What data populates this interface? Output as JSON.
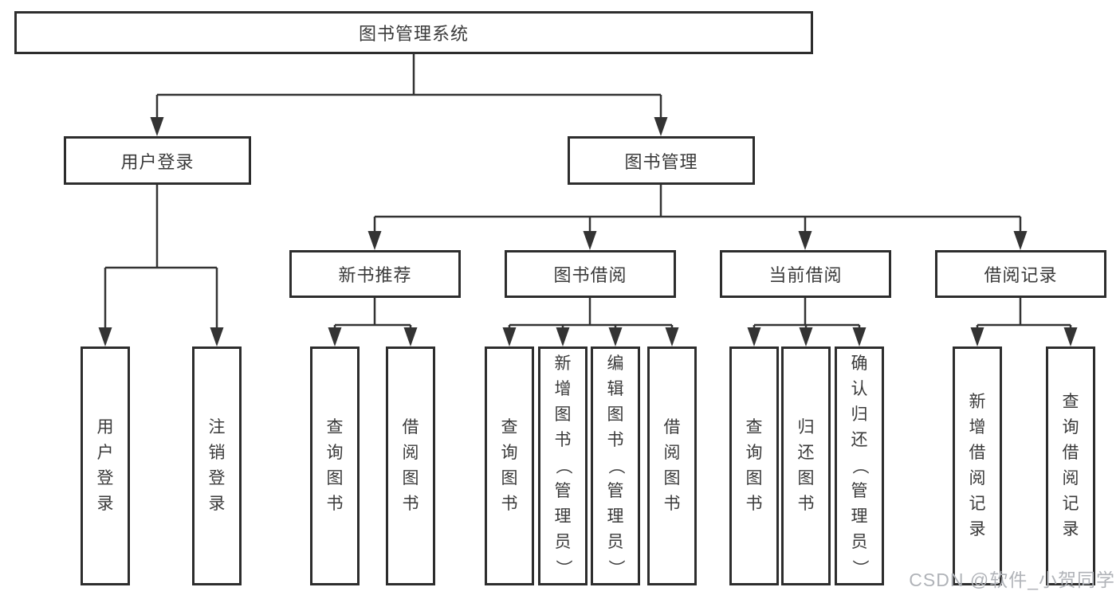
{
  "tree": {
    "root": {
      "label": "图书管理系统"
    },
    "branches": [
      {
        "label": "用户登录",
        "children": [
          {
            "label": "用户登录"
          },
          {
            "label": "注销登录"
          }
        ]
      },
      {
        "label": "图书管理",
        "sections": [
          {
            "label": "新书推荐",
            "children": [
              {
                "label": "查询图书"
              },
              {
                "label": "借阅图书"
              }
            ]
          },
          {
            "label": "图书借阅",
            "children": [
              {
                "label": "查询图书"
              },
              {
                "label": "新增图书（管理员）"
              },
              {
                "label": "编辑图书（管理员）"
              },
              {
                "label": "借阅图书"
              }
            ]
          },
          {
            "label": "当前借阅",
            "children": [
              {
                "label": "查询图书"
              },
              {
                "label": "归还图书"
              },
              {
                "label": "确认归还（管理员）"
              }
            ]
          },
          {
            "label": "借阅记录",
            "children": [
              {
                "label": "新增借阅记录"
              },
              {
                "label": "查询借阅记录"
              }
            ]
          }
        ]
      }
    ]
  },
  "watermark": {
    "text": "CSDN @软件_小贺同学"
  },
  "colors": {
    "line": "#333333",
    "box_border": "#2d2d2d",
    "text": "#3a3a3a",
    "watermark": "#b0b3b8",
    "background": "#ffffff"
  }
}
